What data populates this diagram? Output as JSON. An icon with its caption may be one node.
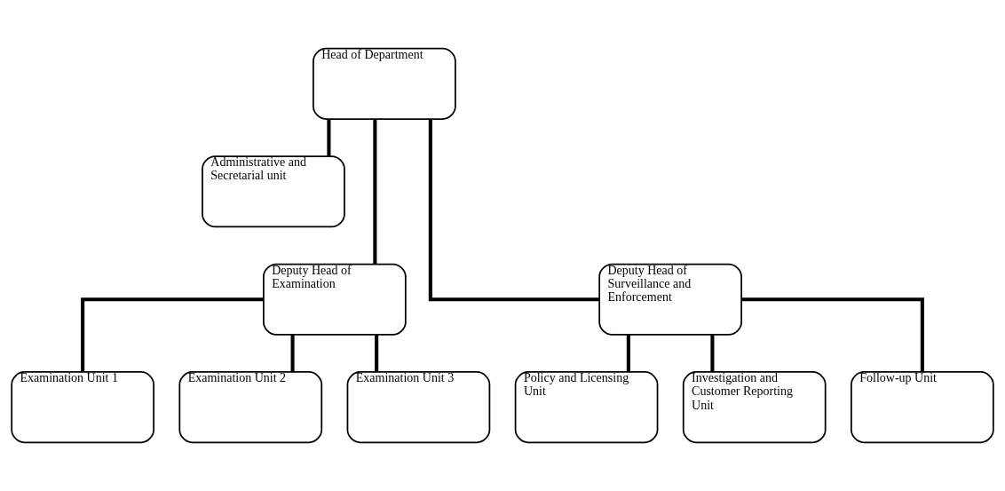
{
  "diagram": {
    "nodes": [
      {
        "text": [
          "Head of Department"
        ]
      },
      {
        "text": [
          "Administrative and Secretarial unit"
        ]
      },
      {
        "text": [
          "Deputy Head of Examination"
        ]
      },
      {
        "text": [
          "Deputy Head of Surveillance and Enforcement"
        ]
      },
      {
        "text": [
          "Examination Unit 1"
        ]
      },
      {
        "text": [
          "Examination Unit 2"
        ]
      },
      {
        "text": [
          "Examination Unit 3"
        ]
      },
      {
        "text": [
          "Policy and Licensing Unit"
        ]
      },
      {
        "text": [
          "Investigation and Customer Reporting Unit"
        ]
      },
      {
        "text": [
          "Follow-up Unit"
        ]
      }
    ],
    "edges": [
      {
        "from": 0,
        "to": 1,
        "arrow": "none"
      },
      {
        "from": 0,
        "to": 2,
        "arrow": "none"
      },
      {
        "from": 0,
        "to": 3,
        "arrow": "none"
      },
      {
        "from": 2,
        "to": 4,
        "arrow": "none"
      },
      {
        "from": 2,
        "to": 5,
        "arrow": "none"
      },
      {
        "from": 2,
        "to": 6,
        "arrow": "none"
      },
      {
        "from": 3,
        "to": 7,
        "arrow": "none"
      },
      {
        "from": 3,
        "to": 8,
        "arrow": "none"
      },
      {
        "from": 3,
        "to": 9,
        "arrow": "none"
      }
    ]
  }
}
